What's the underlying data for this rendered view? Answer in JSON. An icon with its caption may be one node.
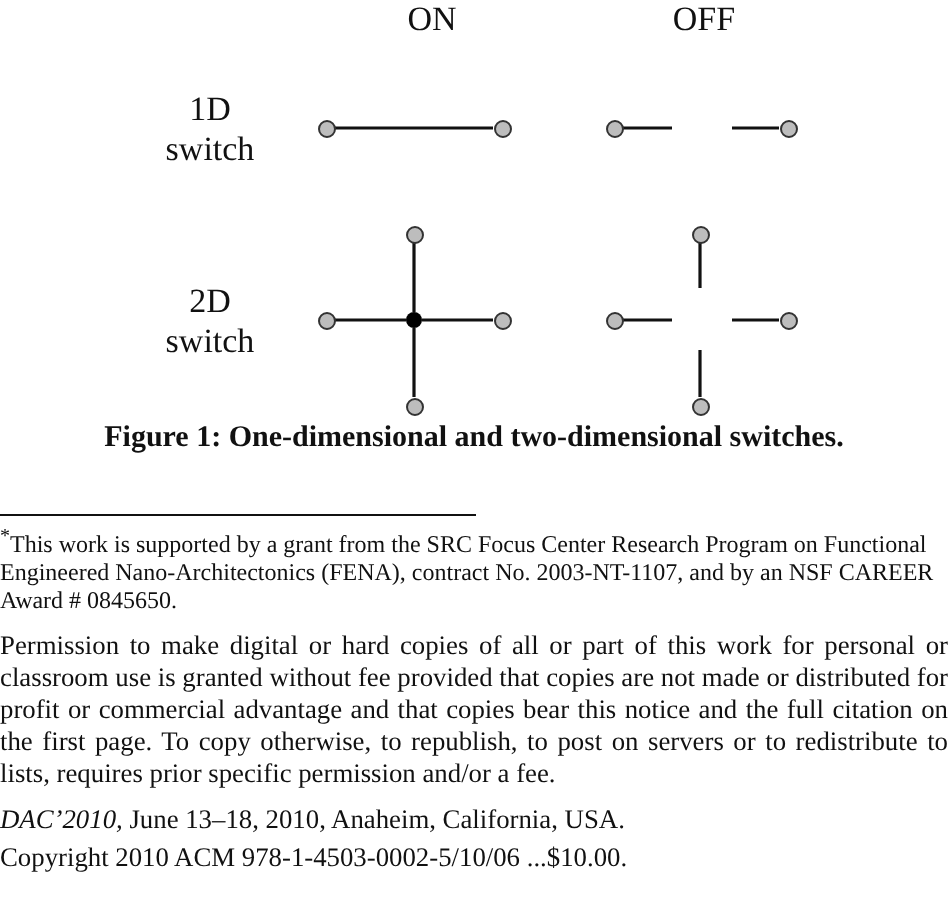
{
  "diagram": {
    "caption": "Figure 1: One-dimensional and two-dimensional switches.",
    "nodes": [
      {
        "text": [],
        "shape": "circle"
      },
      {
        "text": [],
        "shape": "circle"
      },
      {
        "text": [],
        "shape": "circle"
      },
      {
        "text": [],
        "shape": "circle"
      },
      {
        "text": [],
        "shape": "circle"
      },
      {
        "text": [],
        "shape": "circle"
      },
      {
        "text": [],
        "shape": "circle"
      },
      {
        "text": [],
        "shape": "dot"
      },
      {
        "text": [],
        "shape": "circle"
      },
      {
        "text": [],
        "shape": "circle"
      },
      {
        "text": [],
        "shape": "circle"
      },
      {
        "text": [],
        "shape": "circle"
      },
      {
        "text": [],
        "shape": "circle"
      }
    ],
    "edges": [
      {
        "from": 0,
        "to": 1,
        "arrow": "none"
      },
      {
        "from": 2,
        "to": null,
        "arrow": "none"
      },
      {
        "from": 3,
        "to": null,
        "arrow": "none"
      },
      {
        "from": 7,
        "to": 4,
        "arrow": "none"
      },
      {
        "from": 7,
        "to": 6,
        "arrow": "none"
      },
      {
        "from": 7,
        "to": 8,
        "arrow": "none"
      },
      {
        "from": 7,
        "to": 11,
        "arrow": "none"
      },
      {
        "from": 5,
        "to": null,
        "arrow": "none"
      },
      {
        "from": 9,
        "to": null,
        "arrow": "none"
      },
      {
        "from": 10,
        "to": null,
        "arrow": "none"
      },
      {
        "from": 12,
        "to": null,
        "arrow": "none"
      }
    ],
    "labels": [
      "ON",
      "OFF",
      "1D switch",
      "2D switch",
      "$^{*}$This work is supported by a grant from the SRC Focus Center Research Program on Functional Engineered Nano-Architectonics (FENA), contract No. 2003-NT-1107, and by an NSF CAREER Award # 0845650.",
      "Permission to make digital or hard copies of all or part of this work for personal or classroom use is granted without fee provided that copies are not made or distributed for profit or commercial advantage and that copies bear this notice and the full citation on the first page. To copy otherwise, to republish, to post on servers or to redistribute to lists, requires prior specific permission and/or a fee.",
      "*DAC’2010,* June 13–18, 2010, Anaheim, California, USA.",
      "Copyright 2010 ACM 978-1-4503-0002-5/10/06 ...$10.00."
    ]
  }
}
